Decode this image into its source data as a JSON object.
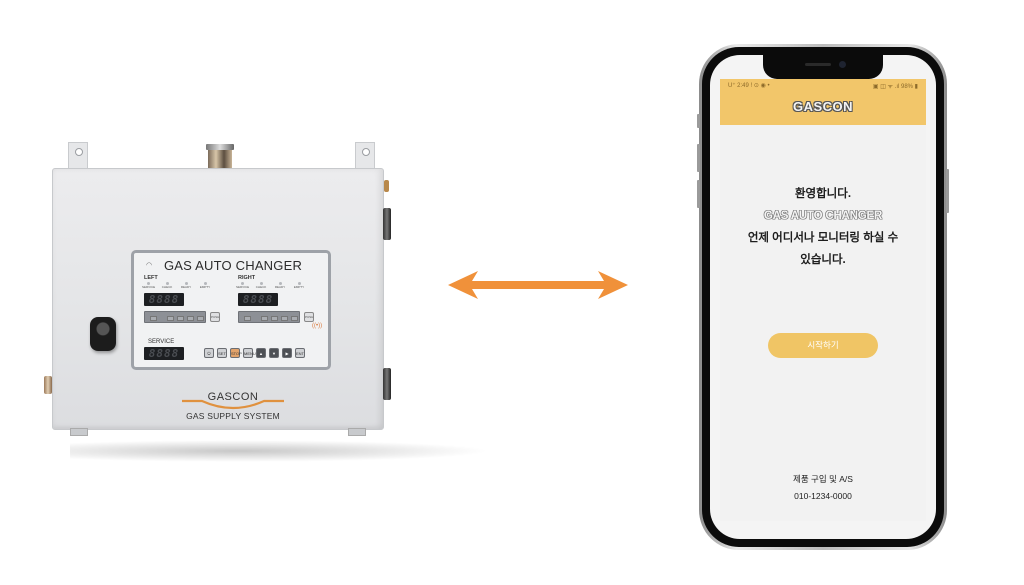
{
  "device": {
    "panel_title": "GAS AUTO CHANGER",
    "left_label": "LEFT",
    "right_label": "RIGHT",
    "service_label": "SERVICE",
    "status_leds": [
      "SERVICE",
      "CHECK",
      "READY",
      "EMPTY"
    ],
    "segment_display": "8888",
    "push_label": "PUSH",
    "control_buttons": [
      "⏻",
      "SET",
      "STOP",
      "MENU",
      "▲",
      "▼",
      "▶",
      "ENT"
    ],
    "rfid_icon": "((•))",
    "brand_name": "GASCON",
    "brand_tagline": "GAS SUPPLY SYSTEM",
    "gauge_icon": "◠"
  },
  "connector": {
    "icon": "double-arrow",
    "color": "#f0913a"
  },
  "phone": {
    "status_bar": {
      "left": "U⁺ 2:49  ! ⊙ ◉  •",
      "right": "▣ ◫ ᯤ .ıl 98% ▮"
    },
    "app_title": "GASCON",
    "welcome_line1": "환영합니다.",
    "product_name": "GAS AUTO CHANGER",
    "welcome_line2": "언제 어디서나 모니터링 하실 수",
    "welcome_line3": "있습니다.",
    "start_button": "시작하기",
    "contact_label": "제품 구입 및 A/S",
    "contact_phone": "010-1234-0000",
    "colors": {
      "header": "#f2c66a",
      "button": "#f0c565",
      "body": "#f2f2f2"
    }
  }
}
